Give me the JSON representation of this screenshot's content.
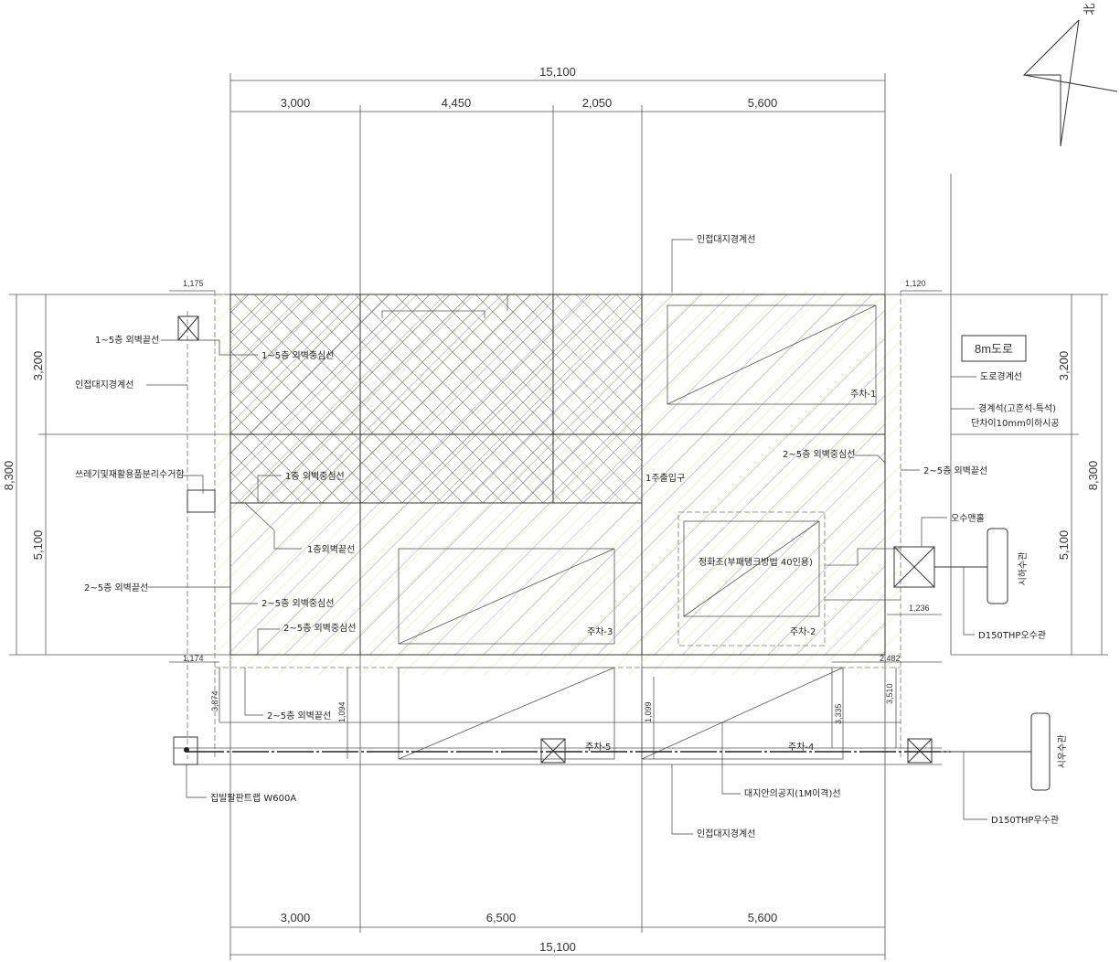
{
  "dimensions": {
    "top_total": "15,100",
    "top_segments": [
      "3,000",
      "4,450",
      "2,050",
      "5,600"
    ],
    "bottom_segments": [
      "3,000",
      "6,500",
      "5,600"
    ],
    "bottom_total": "15,100",
    "left_total": "8,300",
    "left_segments": [
      "3,200",
      "5,100"
    ],
    "right_total": "8,300",
    "right_segments": [
      "3,200",
      "5,100"
    ],
    "setback_top_left": "1,175",
    "setback_top_right": "1,120",
    "setback_bottom_left": "1,174",
    "setback_right_mid": "1,236",
    "setback_bottom_right": "2,482",
    "vertical_small": [
      "3,874",
      "1,094",
      "1,099",
      "3,335",
      "3,510"
    ]
  },
  "labels": {
    "north": "北",
    "road": "8m도로",
    "road_boundary": "도로경계선",
    "boundary_stone": "경계석(고흔석-특석)",
    "boundary_stone_note": "단차이10mm이하시공",
    "adjacent_boundary_top": "인접대지경계선",
    "adjacent_boundary_bottom": "인접대지경계선",
    "adjacent_boundary_left": "인접대지경계선",
    "wall_outer_1_5": "1~5층 외벽끝선",
    "wall_center_1_5": "1~5층 외벽중심선",
    "trash": "쓰레기및재활용품분리수거함",
    "wall_center_1": "1층 외벽중심선",
    "wall_outer_1": "1층외벽끝선",
    "wall_outer_2_5_left": "2~5층 외벽끝선",
    "wall_center_2_5_a": "2~5층 외벽중심선",
    "wall_center_2_5_b": "2~5층 외벽중심선",
    "wall_center_2_5_right": "2~5층 외벽중심선",
    "wall_outer_2_5_right": "2~5층 외벽끝선",
    "wall_outer_2_5_bottom": "2~5층 외벽끝선",
    "entrance": "1주출입구",
    "septic": "정화조(부패탱크방법 40인용)",
    "sewage_manhole": "오수맨홀",
    "sewer_pipe_label": "시하수관",
    "sewer_pipe": "D150THP오수관",
    "rain_pipe_label": "시우수관",
    "rain_pipe": "D150THP우수관",
    "trench": "집발팔판트랩 W600A",
    "open_space": "대지안의공지(1M이격)선",
    "parking": [
      "주차-1",
      "주차-2",
      "주차-3",
      "주차-4",
      "주차-5"
    ]
  }
}
